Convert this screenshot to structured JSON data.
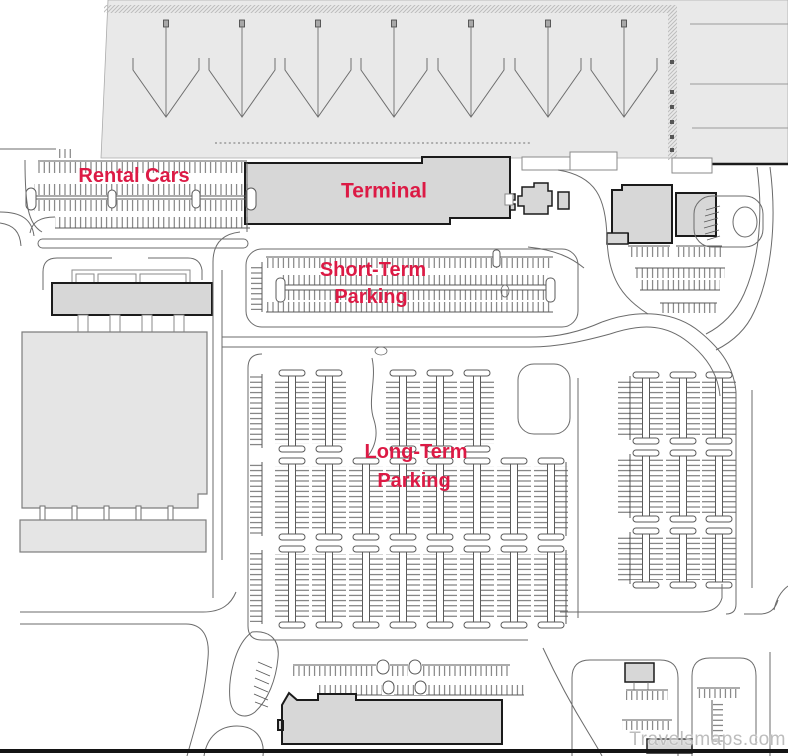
{
  "map": {
    "labels": {
      "rental_cars": "Rental Cars",
      "terminal": "Terminal",
      "short_term_line1": "Short-Term",
      "short_term_line2": "Parking",
      "long_term_line1": "Long-Term",
      "long_term_line2": "Parking"
    },
    "watermark": "Travelsmaps.com"
  },
  "colors": {
    "label-red": "#DC1A45",
    "apron-gray": "#E9E9E9",
    "building-gray": "#D7D7D7",
    "building-light": "#E5E5E5",
    "outline-dark": "#1B1B1B",
    "road-gray": "#6B6B6B",
    "tick-gray": "#5A5A5A",
    "hatch-gray": "#C2C2C2",
    "watermark-gray": "#BDBDBD",
    "bottom-bar": "#141414"
  }
}
